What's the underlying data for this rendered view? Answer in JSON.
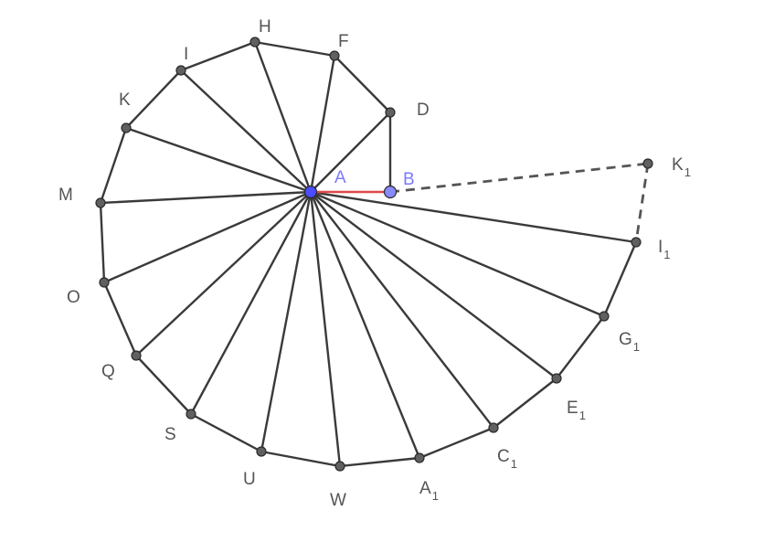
{
  "colors": {
    "segment": "#3a3a3a",
    "point_fill": "#606060",
    "point_stroke": "#2a2a2a",
    "center_fill": "#4b4bff",
    "b_fill": "#8a8aff",
    "red_segment": "#e04848",
    "dashed": "#555555",
    "label": "#555555",
    "label_blue": "#7a7aff"
  },
  "points": {
    "A": {
      "label": "A",
      "sub": ""
    },
    "B": {
      "label": "B",
      "sub": ""
    },
    "D": {
      "label": "D",
      "sub": ""
    },
    "F": {
      "label": "F",
      "sub": ""
    },
    "H": {
      "label": "H",
      "sub": ""
    },
    "I": {
      "label": "I",
      "sub": ""
    },
    "K": {
      "label": "K",
      "sub": ""
    },
    "M": {
      "label": "M",
      "sub": ""
    },
    "O": {
      "label": "O",
      "sub": ""
    },
    "Q": {
      "label": "Q",
      "sub": ""
    },
    "S": {
      "label": "S",
      "sub": ""
    },
    "U": {
      "label": "U",
      "sub": ""
    },
    "W": {
      "label": "W",
      "sub": ""
    },
    "A1": {
      "label": "A",
      "sub": "1"
    },
    "C1": {
      "label": "C",
      "sub": "1"
    },
    "E1": {
      "label": "E",
      "sub": "1"
    },
    "G1": {
      "label": "G",
      "sub": "1"
    },
    "I1": {
      "label": "I",
      "sub": "1"
    },
    "K1": {
      "label": "K",
      "sub": "1"
    }
  }
}
